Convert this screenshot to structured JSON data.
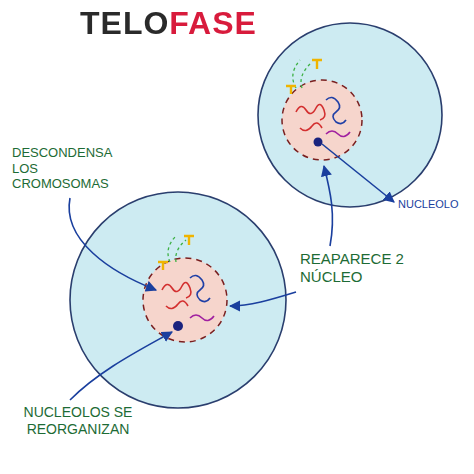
{
  "diagram": {
    "title": "TELOFASE",
    "labels": [
      "DESCONDENSA LOS CROMOSOMAS",
      "NUCLEOLO",
      "REAPARECE 2 NÚCLEO",
      "NUCLEOLOS SE REORGANIZAN"
    ]
  }
}
